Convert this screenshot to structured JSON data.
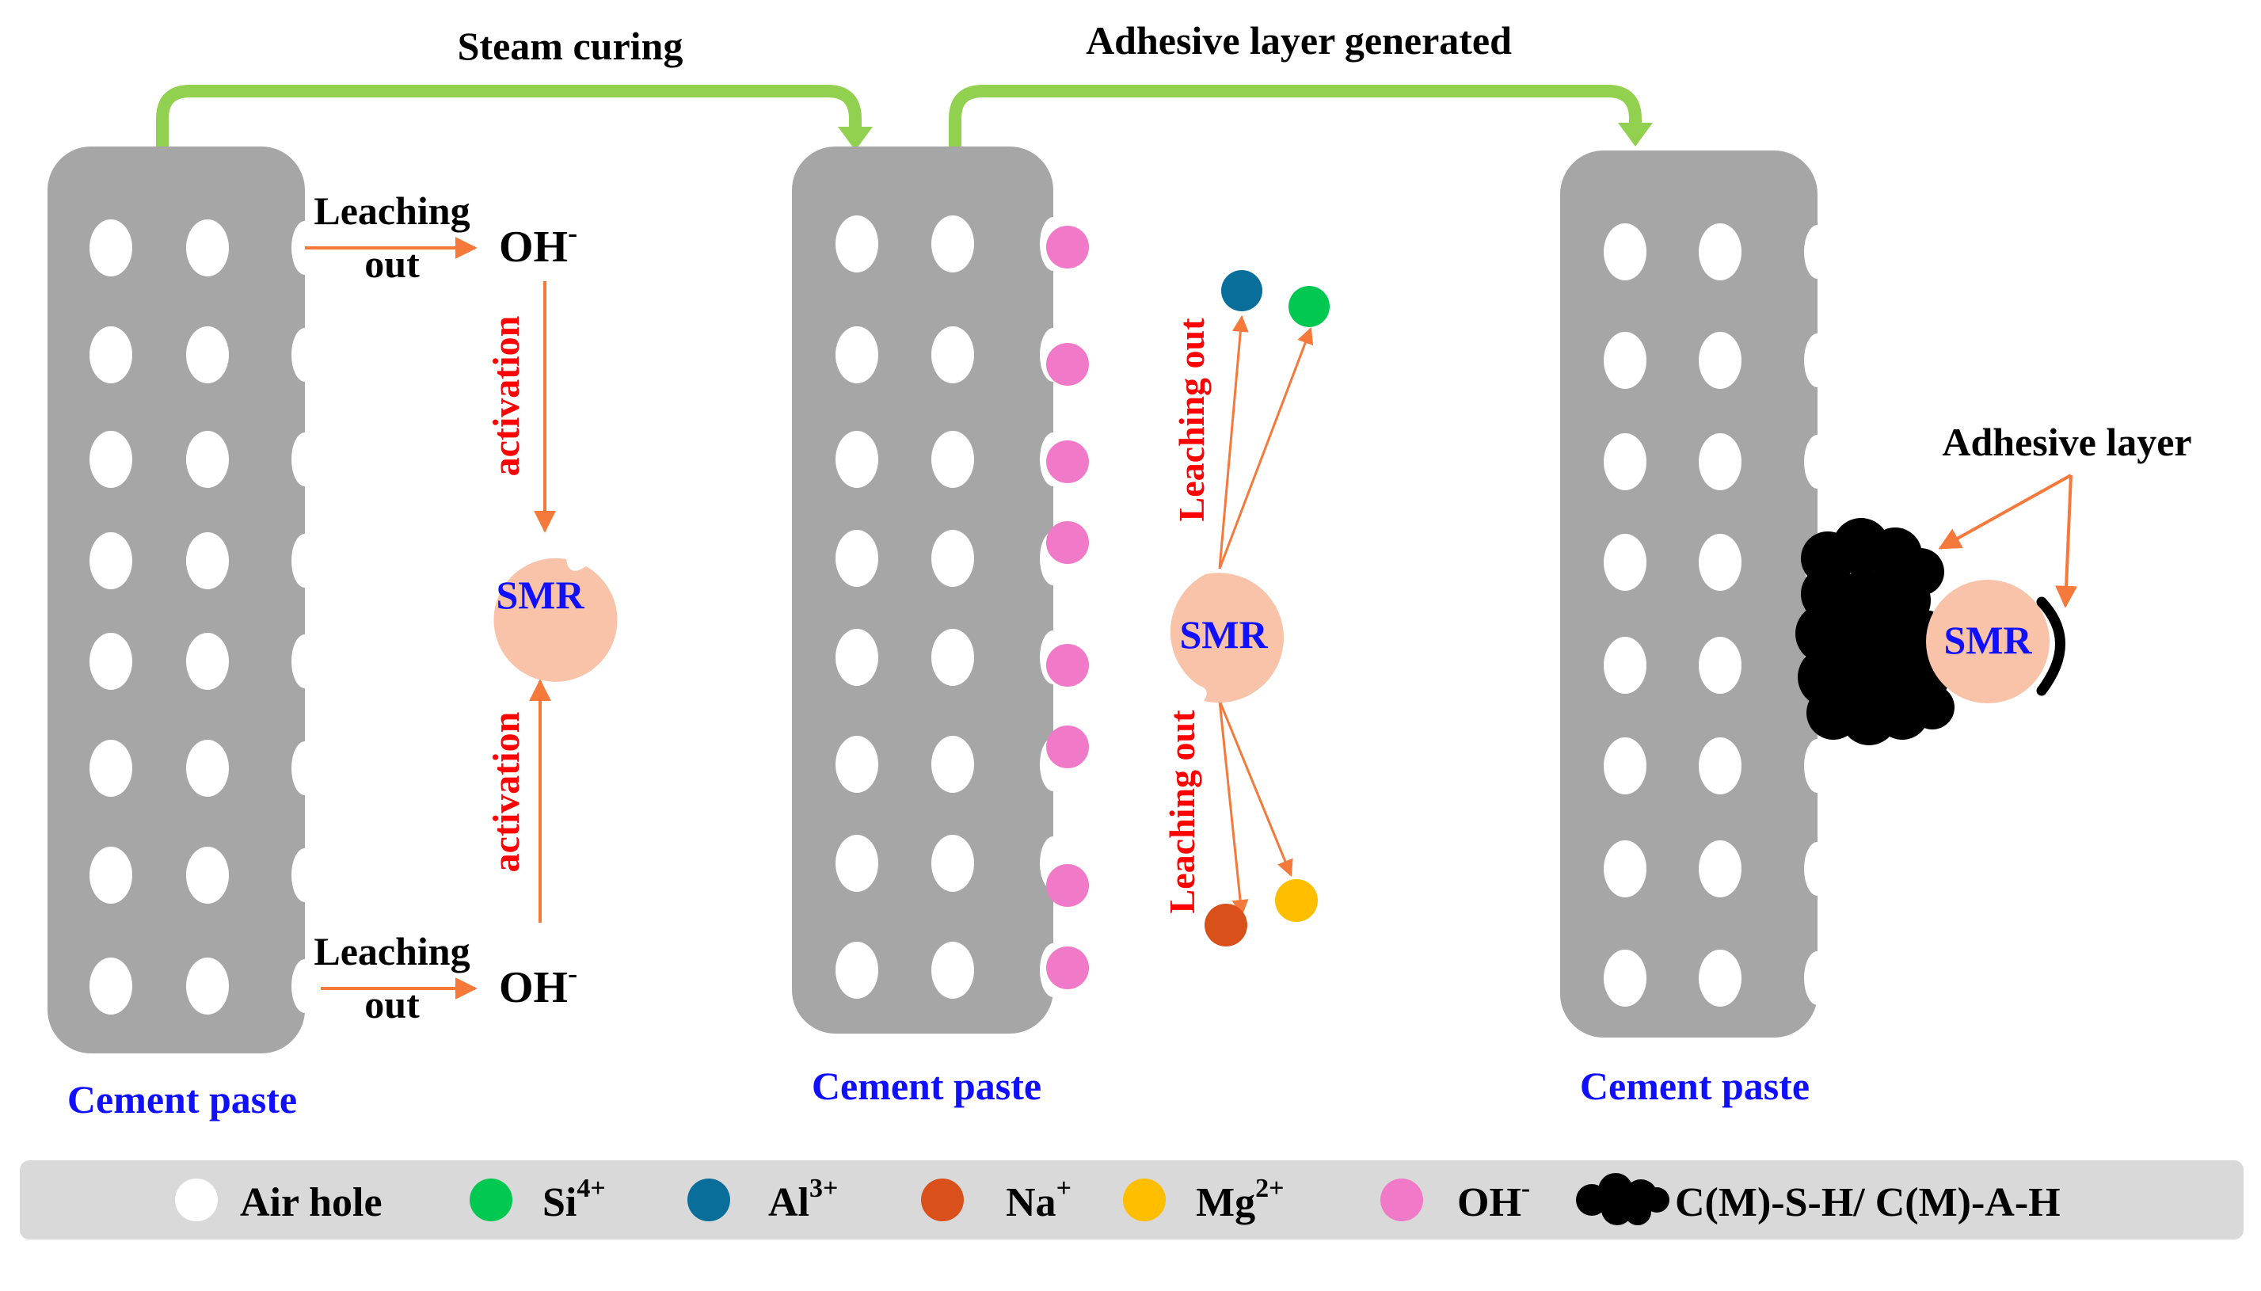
{
  "top_labels": {
    "step1": "Steam curing",
    "step2": "Adhesive layer generated"
  },
  "panel1": {
    "leach_top_line1": "Leaching",
    "leach_top_line2": "out",
    "oh_top": "OH",
    "oh_top_sup": "-",
    "activation_top": "activation",
    "smr": "SMR",
    "activation_bottom": "activation",
    "leach_bottom_line1": "Leaching",
    "leach_bottom_line2": "out",
    "oh_bottom": "OH",
    "oh_bottom_sup": "-",
    "caption": "Cement paste"
  },
  "panel2": {
    "leach_up": "Leaching out",
    "smr": "SMR",
    "leach_down": "Leaching out",
    "caption": "Cement paste"
  },
  "panel3": {
    "adhesive_label": "Adhesive layer",
    "smr": "SMR",
    "caption": "Cement paste"
  },
  "legend": {
    "items": [
      {
        "label": "Air hole",
        "sup": "",
        "color": "#ffffff",
        "icon": "air-hole-icon"
      },
      {
        "label": "Si",
        "sup": "4+",
        "color": "#00c850",
        "icon": "si-ion-icon"
      },
      {
        "label": "Al",
        "sup": "3+",
        "color": "#0a6e9a",
        "icon": "al-ion-icon"
      },
      {
        "label": "Na",
        "sup": "+",
        "color": "#d9501a",
        "icon": "na-ion-icon"
      },
      {
        "label": "Mg",
        "sup": "2+",
        "color": "#ffbe00",
        "icon": "mg-ion-icon"
      },
      {
        "label": "OH",
        "sup": "-",
        "color": "#f07ac8",
        "icon": "oh-ion-icon"
      },
      {
        "label": "C(M)-S-H/ C(M)-A-H",
        "sup": "",
        "color": "#000000",
        "icon": "gel-cluster-icon"
      }
    ]
  },
  "colors": {
    "paste": "#a6a6a6",
    "green_arrow": "#92d050",
    "orange_arrow": "#f4793b",
    "smr": "#f8c3a8",
    "blue_text": "#1010ff",
    "red_text": "#ff0000",
    "legend_bg": "#d9d9d9"
  }
}
